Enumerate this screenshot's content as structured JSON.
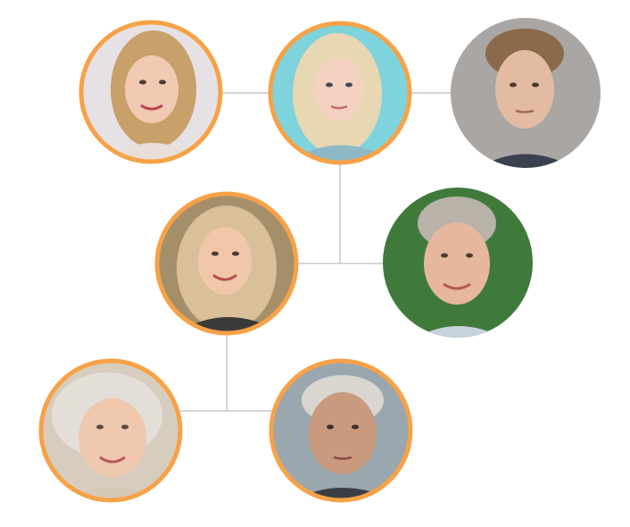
{
  "colors": {
    "ring_orange": "#F7A247",
    "connector": "#C9C9C9",
    "background": "#FFFFFF"
  },
  "tree": {
    "people": [
      {
        "id": "p1",
        "role": "young woman, blonde, smiling",
        "ring": true,
        "bg": "#E6E1E4",
        "hair": "#C7A06A",
        "skin": "#F2C9B2",
        "shirt": "#E9DED8"
      },
      {
        "id": "p2",
        "role": "young woman, platinum blonde",
        "ring": true,
        "bg": "#7ED3DC",
        "hair": "#E7D7B3",
        "skin": "#F4D2C1",
        "shirt": "#8FB8C6"
      },
      {
        "id": "p3",
        "role": "young man",
        "ring": false,
        "bg": "#A9A6A3",
        "hair": "#8A6A4B",
        "skin": "#E3BBA2",
        "shirt": "#3A4250"
      },
      {
        "id": "p4",
        "role": "adult woman, blonde, smiling",
        "ring": true,
        "bg": "#A58F6B",
        "hair": "#D9C09A",
        "skin": "#F0C8A9",
        "shirt": "#3C3A38"
      },
      {
        "id": "p5",
        "role": "adult man, grey hair, smiling",
        "ring": false,
        "bg": "#3F7A3A",
        "hair": "#B9B2A8",
        "skin": "#E6B79D",
        "shirt": "#C9D3DE"
      },
      {
        "id": "p6",
        "role": "elderly woman, white hair",
        "ring": true,
        "bg": "#D7CDBF",
        "hair": "#E3DFD8",
        "skin": "#EFC8AE",
        "shirt": "#D6C9B8"
      },
      {
        "id": "p7",
        "role": "elderly man",
        "ring": true,
        "bg": "#9AA7AF",
        "hair": "#D9D6D0",
        "skin": "#C99A7E",
        "shirt": "#3A3F45"
      }
    ]
  }
}
